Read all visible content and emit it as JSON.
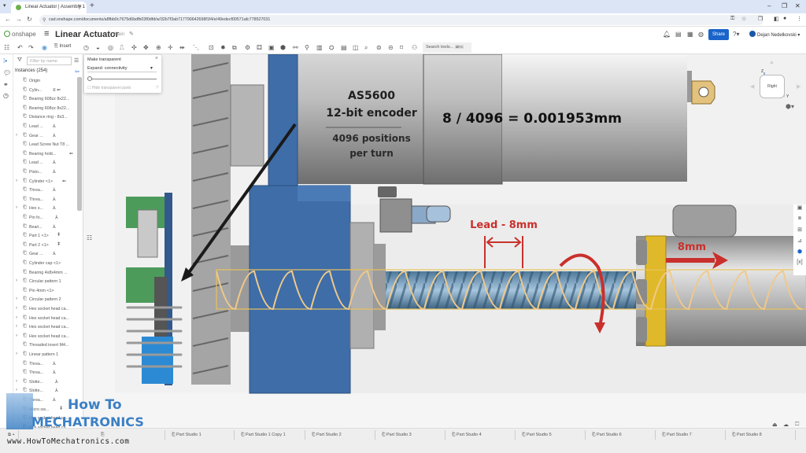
{
  "browser": {
    "tab_title": "Linear Actuator | Assembly 1",
    "tab_close": "×",
    "new_tab": "+",
    "tab_list": "▾",
    "window_controls": [
      "–",
      "❐",
      "✕"
    ],
    "url": "cad.onshape.com/documents/a8fbb0c7675d6bdfb03f0dfd/w/32b7f3ab717790642698f1f4/e/49edecf00571afc778527031",
    "nav": [
      "←",
      "→",
      "↻"
    ]
  },
  "header": {
    "logo": "onshape",
    "document_title": "Linear Actuator",
    "branch": "Main",
    "share_label": "Share",
    "user_name": "Dejan Nedelkovski",
    "icons": [
      "bell-icon",
      "notes-icon",
      "apps-icon",
      "globe-icon",
      "help-icon"
    ]
  },
  "toolbar": {
    "insert_label": "Insert",
    "search_placeholder": "Search tools...",
    "search_shortcut": "alt+c"
  },
  "instances_panel": {
    "filter_placeholder": "Filter by name",
    "title": "Instances (254)",
    "items": [
      {
        "label": "Origin",
        "chev": false,
        "mate": ""
      },
      {
        "label": "Cylin...",
        "chev": false,
        "mate": "≡ ⇐"
      },
      {
        "label": "Bearing 608zz 8x22...",
        "chev": false,
        "mate": ""
      },
      {
        "label": "Bearing 608zz 8x22...",
        "chev": false,
        "mate": ""
      },
      {
        "label": "Distance ring - 8x3...",
        "chev": false,
        "mate": ""
      },
      {
        "label": "Lead ...",
        "chev": false,
        "mate": "⅄"
      },
      {
        "label": "Gear ...",
        "chev": true,
        "mate": "⅄"
      },
      {
        "label": "Lead Screw Nut T8 ...",
        "chev": false,
        "mate": ""
      },
      {
        "label": "Bearing hold...",
        "chev": false,
        "mate": "⇐"
      },
      {
        "label": "Lead ...",
        "chev": false,
        "mate": "⅄"
      },
      {
        "label": "Pisto...",
        "chev": false,
        "mate": "⅄"
      },
      {
        "label": "Cylinder <1>",
        "chev": true,
        "mate": "⇐"
      },
      {
        "label": "Threa...",
        "chev": false,
        "mate": "⅄"
      },
      {
        "label": "Threa...",
        "chev": false,
        "mate": "⅄"
      },
      {
        "label": "Hex s...",
        "chev": true,
        "mate": "⅄"
      },
      {
        "label": "Pin fo...",
        "chev": false,
        "mate": "⅄"
      },
      {
        "label": "Beari...",
        "chev": false,
        "mate": "⅄"
      },
      {
        "label": "Part 1 <1>",
        "chev": false,
        "mate": "ǂ"
      },
      {
        "label": "Part 2 <1>",
        "chev": false,
        "mate": "ǂ"
      },
      {
        "label": "Gear ...",
        "chev": false,
        "mate": "⅄"
      },
      {
        "label": "Cylinder cap <1>",
        "chev": false,
        "mate": ""
      },
      {
        "label": "Bearing 4x8x4mm ...",
        "chev": false,
        "mate": ""
      },
      {
        "label": "Circular pattern 1",
        "chev": true,
        "mate": ""
      },
      {
        "label": "Pin 4mm <1>",
        "chev": false,
        "mate": ""
      },
      {
        "label": "Circular pattern 2",
        "chev": true,
        "mate": ""
      },
      {
        "label": "Hex socket head ca...",
        "chev": true,
        "mate": ""
      },
      {
        "label": "Hex socket head ca...",
        "chev": true,
        "mate": ""
      },
      {
        "label": "Hex socket head ca...",
        "chev": true,
        "mate": ""
      },
      {
        "label": "Hex socket head ca...",
        "chev": true,
        "mate": ""
      },
      {
        "label": "Threaded insert M4...",
        "chev": false,
        "mate": ""
      },
      {
        "label": "Linear pattern 1",
        "chev": true,
        "mate": ""
      },
      {
        "label": "Threa...",
        "chev": false,
        "mate": "⅄"
      },
      {
        "label": "Threa...",
        "chev": false,
        "mate": "⅄"
      },
      {
        "label": "Slotte...",
        "chev": true,
        "mate": "⅄"
      },
      {
        "label": "Slotte...",
        "chev": true,
        "mate": "⅄"
      },
      {
        "label": "Threa...",
        "chev": false,
        "mate": "⅄"
      },
      {
        "label": "Micro sw...",
        "chev": false,
        "mate": "ǂ"
      },
      {
        "label": "Hex socket head ca...",
        "chev": false,
        "mate": ""
      },
      {
        "label": "Hex socket head ca...",
        "chev": false,
        "mate": ""
      }
    ]
  },
  "popup": {
    "title": "Make transparent",
    "close": "×",
    "select_value": "Expand: connectivity",
    "hide_label": "Hide transparent parts"
  },
  "viewport": {
    "navcube_face": "Right",
    "axis_z": "Z",
    "axis_y": "Y",
    "annotations": {
      "encoder_title": "AS5600",
      "encoder_sub": "12-bit encoder",
      "encoder_positions": "4096 positions",
      "encoder_per_turn": "per turn",
      "formula": "8 / 4096 = 0.001953mm",
      "lead": "Lead - 8mm",
      "travel": "8mm"
    },
    "colors": {
      "blue_part": "#3e6da8",
      "annotation_red": "#c9302c",
      "helix": "#f0c98a",
      "gold": "#e0b92a"
    }
  },
  "bottom_tabs": [
    "Part Studio 1",
    "Part Studio 1 Copy 1",
    "Part Studio 2",
    "Part Studio 3",
    "Part Studio 4",
    "Part Studio 5",
    "Part Studio 6",
    "Part Studio 7",
    "Part Studio 8"
  ],
  "watermark": {
    "line1": "How To",
    "line2": "Mechatronics",
    "url": "www.HowToMechatronics.com"
  }
}
